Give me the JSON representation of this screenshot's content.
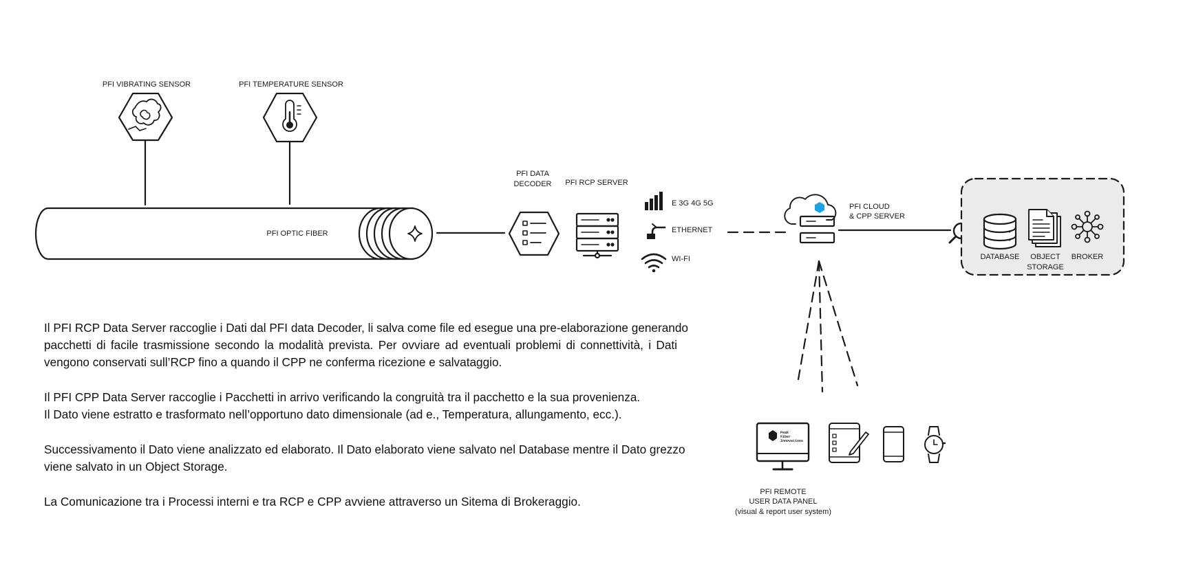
{
  "labels": {
    "vibrating_sensor": "PFI VIBRATING SENSOR",
    "temperature_sensor": "PFI TEMPERATURE SENSOR",
    "optic_fiber": "PFI OPTIC FIBER",
    "data_decoder_1": "PFI DATA",
    "data_decoder_2": "DECODER",
    "rcp_server": "PFI RCP SERVER",
    "net_mobile": "E 3G 4G 5G",
    "net_ethernet": "ETHERNET",
    "net_wifi": "WI-FI",
    "cloud_1": "PFI CLOUD",
    "cloud_2": "& CPP SERVER",
    "database": "DATABASE",
    "object_storage_1": "OBJECT",
    "object_storage_2": "STORAGE",
    "broker": "BROKER",
    "remote_1": "PFI REMOTE",
    "remote_2": "USER DATA PANEL",
    "remote_3": "(visual & report user system)",
    "logo_text_1": "Peak",
    "logo_text_2": "Fiber",
    "logo_text_3": "Innovations"
  },
  "paragraphs": {
    "p1": [
      "Il PFI RCP Data Server raccoglie i Dati dal PFI data Decoder, li salva come file ed esegue una pre-elaborazione generando",
      "pacchetti di facile trasmissione secondo la modalità prevista. Per ovviare ad eventuali problemi di connettività, i Dati",
      "vengono conservati sull’RCP fino a quando il CPP ne conferma ricezione e salvataggio."
    ],
    "p2": [
      "Il PFI CPP Data Server raccoglie i Pacchetti in arrivo verificando la congruità tra il pacchetto e la sua provenienza.",
      "Il Dato viene estratto e trasformato nell’opportuno dato dimensionale (ad e., Temperatura, allungamento, ecc.)."
    ],
    "p3": [
      "Successivamento il Dato viene analizzato ed elaborato. Il Dato elaborato viene salvato nel Database mentre il Dato grezzo",
      "viene salvato in un Object Storage."
    ],
    "p4": [
      "La Comunicazione tra i Processi interni e tra RCP e CPP avviene attraverso un Sitema di Brokeraggio."
    ]
  },
  "colors": {
    "stroke": "#1a1a1a",
    "cloud_accent": "#1fa3e0",
    "storage_panel": "#ebebeb"
  },
  "icons": [
    "vibration-icon",
    "thermometer-icon",
    "fiber-connector-icon",
    "decoder-list-icon",
    "server-rack-icon",
    "signal-bars-icon",
    "ethernet-icon",
    "wifi-icon",
    "cloud-server-icon",
    "magnifier-icon",
    "database-icon",
    "documents-icon",
    "broker-network-icon",
    "monitor-icon",
    "tablet-icon",
    "smartphone-icon",
    "smartwatch-icon"
  ]
}
